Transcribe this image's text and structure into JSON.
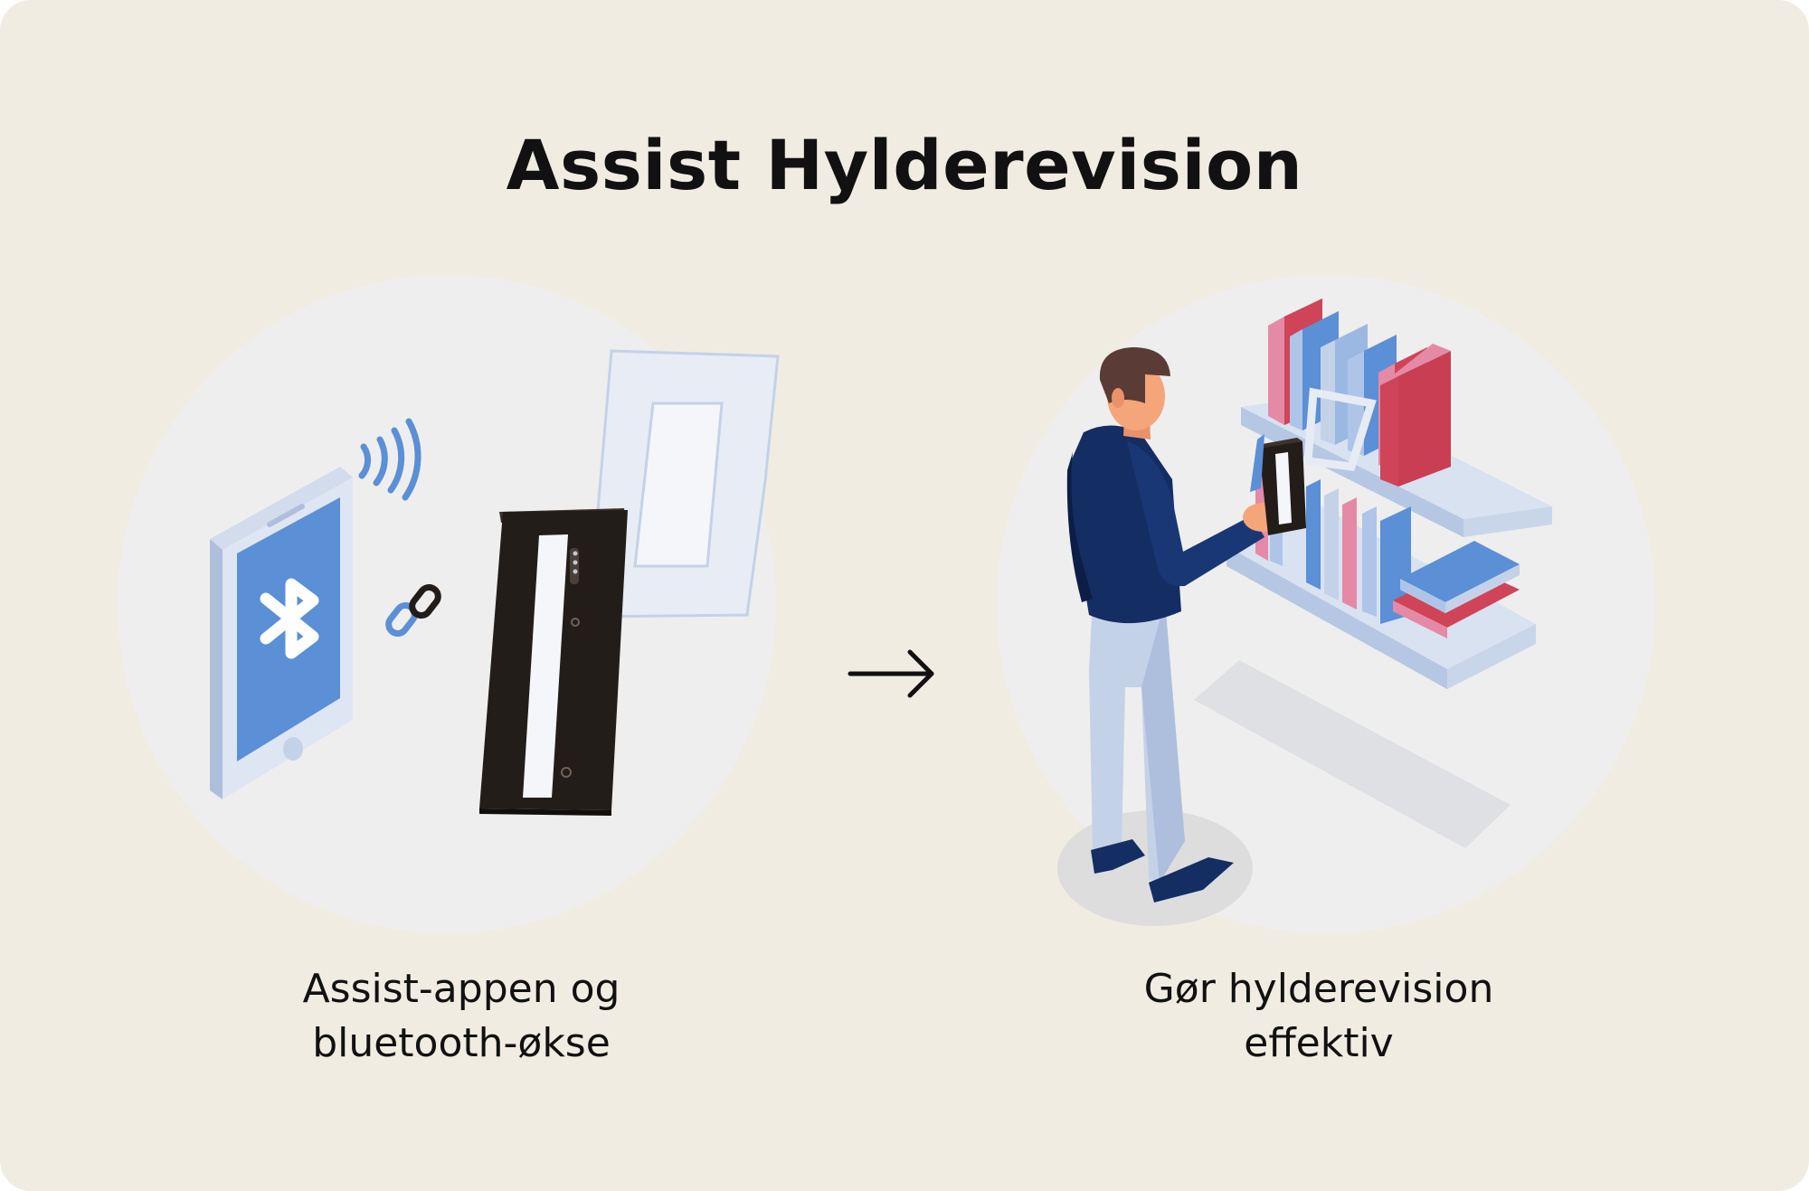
{
  "title": "Assist Hylderevision",
  "steps": [
    {
      "caption_line1": "Assist-appen og",
      "caption_line2": "bluetooth-økse"
    },
    {
      "caption_line1": "Gør hylderevision",
      "caption_line2": "effektiv"
    }
  ],
  "icons": {
    "phone": "smartphone-icon",
    "bluetooth": "bluetooth-icon",
    "signal": "wireless-signal-icon",
    "link": "chain-link-icon",
    "device": "bluetooth-scanner-device-icon",
    "arrow": "arrow-right-icon",
    "person": "person-scanning-icon",
    "shelf": "bookshelf-icon"
  },
  "colors": {
    "background": "#f0ece2",
    "circle": "#eeeeee",
    "accent_blue": "#5b8fd6",
    "light_blue": "#c4d2e8",
    "navy": "#142d63",
    "device_dark": "#231d19",
    "book_pink": "#e58aa6",
    "book_red": "#cf4458"
  }
}
